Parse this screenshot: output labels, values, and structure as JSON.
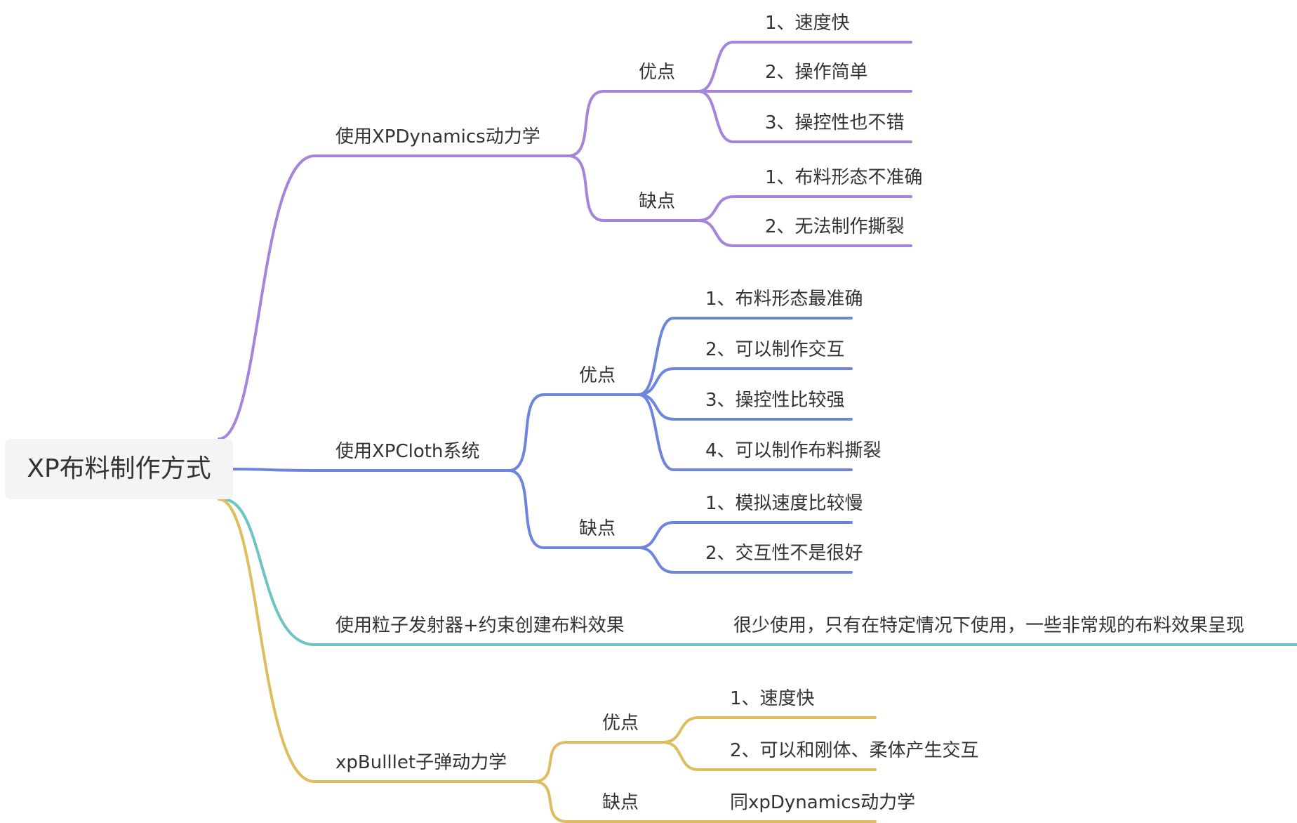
{
  "root": {
    "label": "XP布料制作方式"
  },
  "colors": {
    "purple": "#a585dc",
    "blue": "#6f84dc",
    "teal": "#6cc4c4",
    "gold": "#dfbd5f",
    "text": "#333333"
  },
  "branches": [
    {
      "label": "使用XPDynamics动力学",
      "color": "purple",
      "children": [
        {
          "label": "优点",
          "items": [
            "1、速度快",
            "2、操作简单",
            "3、操控性也不错"
          ]
        },
        {
          "label": "缺点",
          "items": [
            "1、布料形态不准确",
            "2、无法制作撕裂"
          ]
        }
      ]
    },
    {
      "label": "使用XPCloth系统",
      "color": "blue",
      "children": [
        {
          "label": "优点",
          "items": [
            "1、布料形态最准确",
            "2、可以制作交互",
            "3、操控性比较强",
            "4、可以制作布料撕裂"
          ]
        },
        {
          "label": "缺点",
          "items": [
            "1、模拟速度比较慢",
            "2、交互性不是很好"
          ]
        }
      ]
    },
    {
      "label": "使用粒子发射器+约束创建布料效果",
      "color": "teal",
      "note": "很少使用，只有在特定情况下使用，一些非常规的布料效果呈现"
    },
    {
      "label": "xpBulllet子弹动力学",
      "color": "gold",
      "children": [
        {
          "label": "优点",
          "items": [
            "1、速度快",
            "2、可以和刚体、柔体产生交互"
          ]
        },
        {
          "label": "缺点",
          "items": [
            "同xpDynamics动力学"
          ]
        }
      ]
    }
  ]
}
